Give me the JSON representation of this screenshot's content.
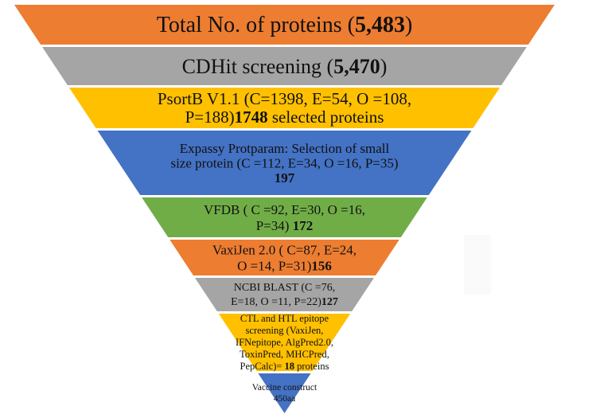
{
  "funnel": {
    "stages": [
      {
        "lines": [
          [
            {
              "t": "Total No. of proteins ("
            },
            {
              "t": "5,483",
              "b": true
            },
            {
              "t": ")"
            }
          ]
        ],
        "color": "#ED7D31"
      },
      {
        "lines": [
          [
            {
              "t": "CDHit screening ("
            },
            {
              "t": "5,470",
              "b": true
            },
            {
              "t": ")"
            }
          ]
        ],
        "color": "#A5A5A5"
      },
      {
        "lines": [
          [
            {
              "t": "PsortB V1.1   (C=1398, E=54, O =108,"
            }
          ],
          [
            {
              "t": "P=188)"
            },
            {
              "t": "1748",
              "b": true
            },
            {
              "t": " selected proteins"
            }
          ]
        ],
        "color": "#FFC000"
      },
      {
        "lines": [
          [
            {
              "t": "Expassy Protparam: Selection of small"
            }
          ],
          [
            {
              "t": "size protein (C =112, E=34, O =16, P=35)"
            }
          ],
          [
            {
              "t": "197",
              "b": true
            }
          ]
        ],
        "color": "#4472C4"
      },
      {
        "lines": [
          [
            {
              "t": "VFDB  ( C =92, E=30, O =16,"
            }
          ],
          [
            {
              "t": "P=34) "
            },
            {
              "t": "172",
              "b": true
            }
          ]
        ],
        "color": "#70AD47"
      },
      {
        "lines": [
          [
            {
              "t": "VaxiJen 2.0 ( C=87, E=24,"
            }
          ],
          [
            {
              "t": "O =14, P=31)"
            },
            {
              "t": "156",
              "b": true
            }
          ]
        ],
        "color": "#ED7D31"
      },
      {
        "lines": [
          [
            {
              "t": "NCBI BLAST (C =76,"
            }
          ],
          [
            {
              "t": "E=18, O =11, P=22)"
            },
            {
              "t": "127",
              "b": true
            }
          ]
        ],
        "color": "#A5A5A5"
      },
      {
        "lines": [
          [
            {
              "t": "CTL and HTL epitope"
            }
          ],
          [
            {
              "t": "screening (VaxiJen,"
            }
          ],
          [
            {
              "t": "IFNepitope, AlgPred2.0,"
            }
          ],
          [
            {
              "t": "ToxinPred, MHCPred,"
            }
          ],
          [
            {
              "t": "PepCalc)= "
            },
            {
              "t": "18",
              "b": true
            },
            {
              "t": " proteins"
            }
          ]
        ],
        "color": "#FFC000"
      },
      {
        "lines": [
          [
            {
              "t": "Vaccine construct"
            }
          ],
          [
            {
              "t": "450aa"
            }
          ]
        ],
        "color": "#4472C4"
      }
    ]
  }
}
